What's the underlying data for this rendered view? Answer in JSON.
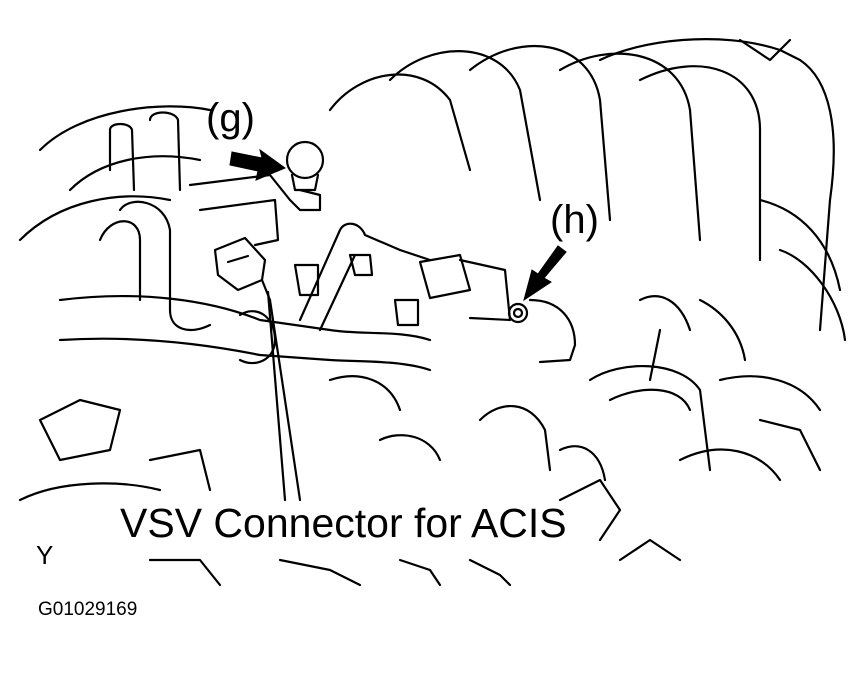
{
  "labels": {
    "g": "(g)",
    "h": "(h)"
  },
  "caption": "VSV Connector for ACIS",
  "figure_id": "G01029169",
  "corner_mark": "Y",
  "colors": {
    "line": "#000000",
    "background": "#ffffff"
  }
}
